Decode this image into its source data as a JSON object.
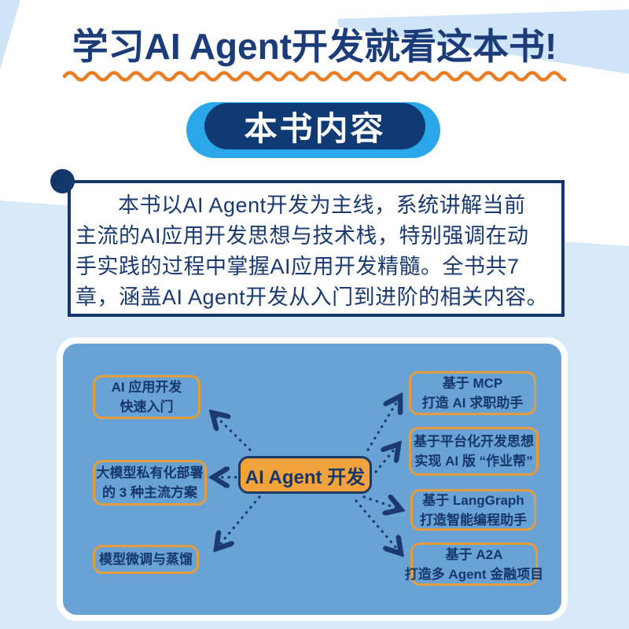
{
  "header": {
    "title": "学习AI Agent开发就看这本书!",
    "badge": "本书内容"
  },
  "intro": {
    "lines": [
      "本书以AI Agent开发为主线，系统讲解当前",
      "主流的AI应用开发思想与技术栈，特别强调在动",
      "手实践的过程中掌握AI应用开发精髓。全书共7",
      "章，涵盖AI Agent开发从入门到进阶的相关内容。"
    ]
  },
  "mindmap": {
    "center": "AI Agent 开发",
    "left_nodes": [
      {
        "lines": [
          "AI 应用开发",
          "快速入门"
        ]
      },
      {
        "lines": [
          "大模型私有化部署",
          "的 3 种主流方案"
        ]
      },
      {
        "lines": [
          "模型微调与蒸馏"
        ]
      }
    ],
    "right_nodes": [
      {
        "lines": [
          "基于 MCP",
          "打造 AI 求职助手"
        ]
      },
      {
        "lines": [
          "基于平台化开发思想",
          "实现 AI 版 “作业帮”"
        ]
      },
      {
        "lines": [
          "基于 LangGraph",
          "打造智能编程助手"
        ]
      },
      {
        "lines": [
          "基于 A2A",
          "打造多 Agent 金融项目"
        ]
      }
    ]
  },
  "colors": {
    "navy": "#17376b",
    "heading_navy": "#1b3c78",
    "bright_blue": "#2aa7e8",
    "badge_navy": "#0f3a74",
    "panel_blue": "#69a3d6",
    "node_border_orange": "#e59d3c",
    "center_fill_orange": "#f3a33c",
    "wave_orange": "#e97e27",
    "background_blue": "#d8e9f8"
  }
}
